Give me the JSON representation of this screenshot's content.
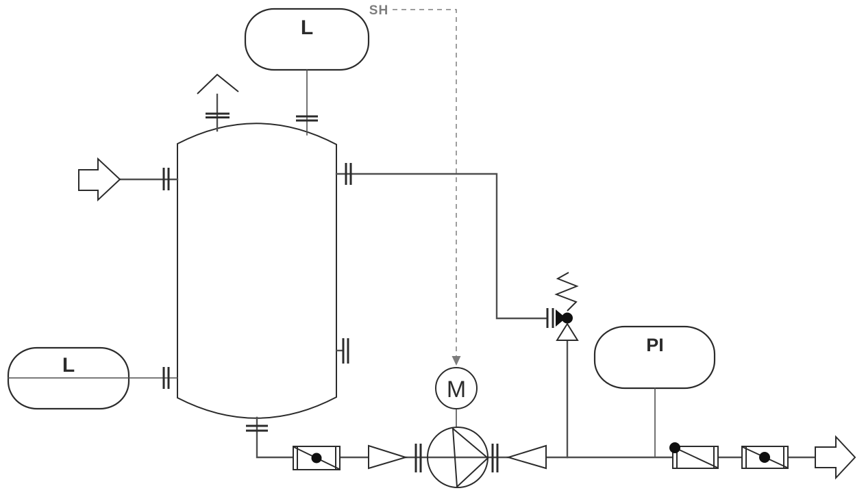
{
  "diagram": {
    "labels": {
      "top_level_instrument": "L",
      "side_level_instrument": "L",
      "pressure_indicator": "PI",
      "motor": "M",
      "signal_tag": "SH"
    },
    "colors": {
      "background": "#ffffff",
      "piping": "#4f4f4f",
      "equipment": "#2b2b2b",
      "signal": "#7d7d7d",
      "text": "#2b2b2b",
      "fill": "#101010"
    },
    "symbols": [
      "inlet-flow-arrow",
      "vessel",
      "atmospheric-vent",
      "level-instrument-top",
      "level-instrument-side",
      "interlock-signal",
      "motor",
      "centrifugal-pump",
      "check-valve",
      "reducer",
      "safety-relief-valve",
      "pressure-indicator",
      "outlet-flow-arrow",
      "flange"
    ]
  }
}
